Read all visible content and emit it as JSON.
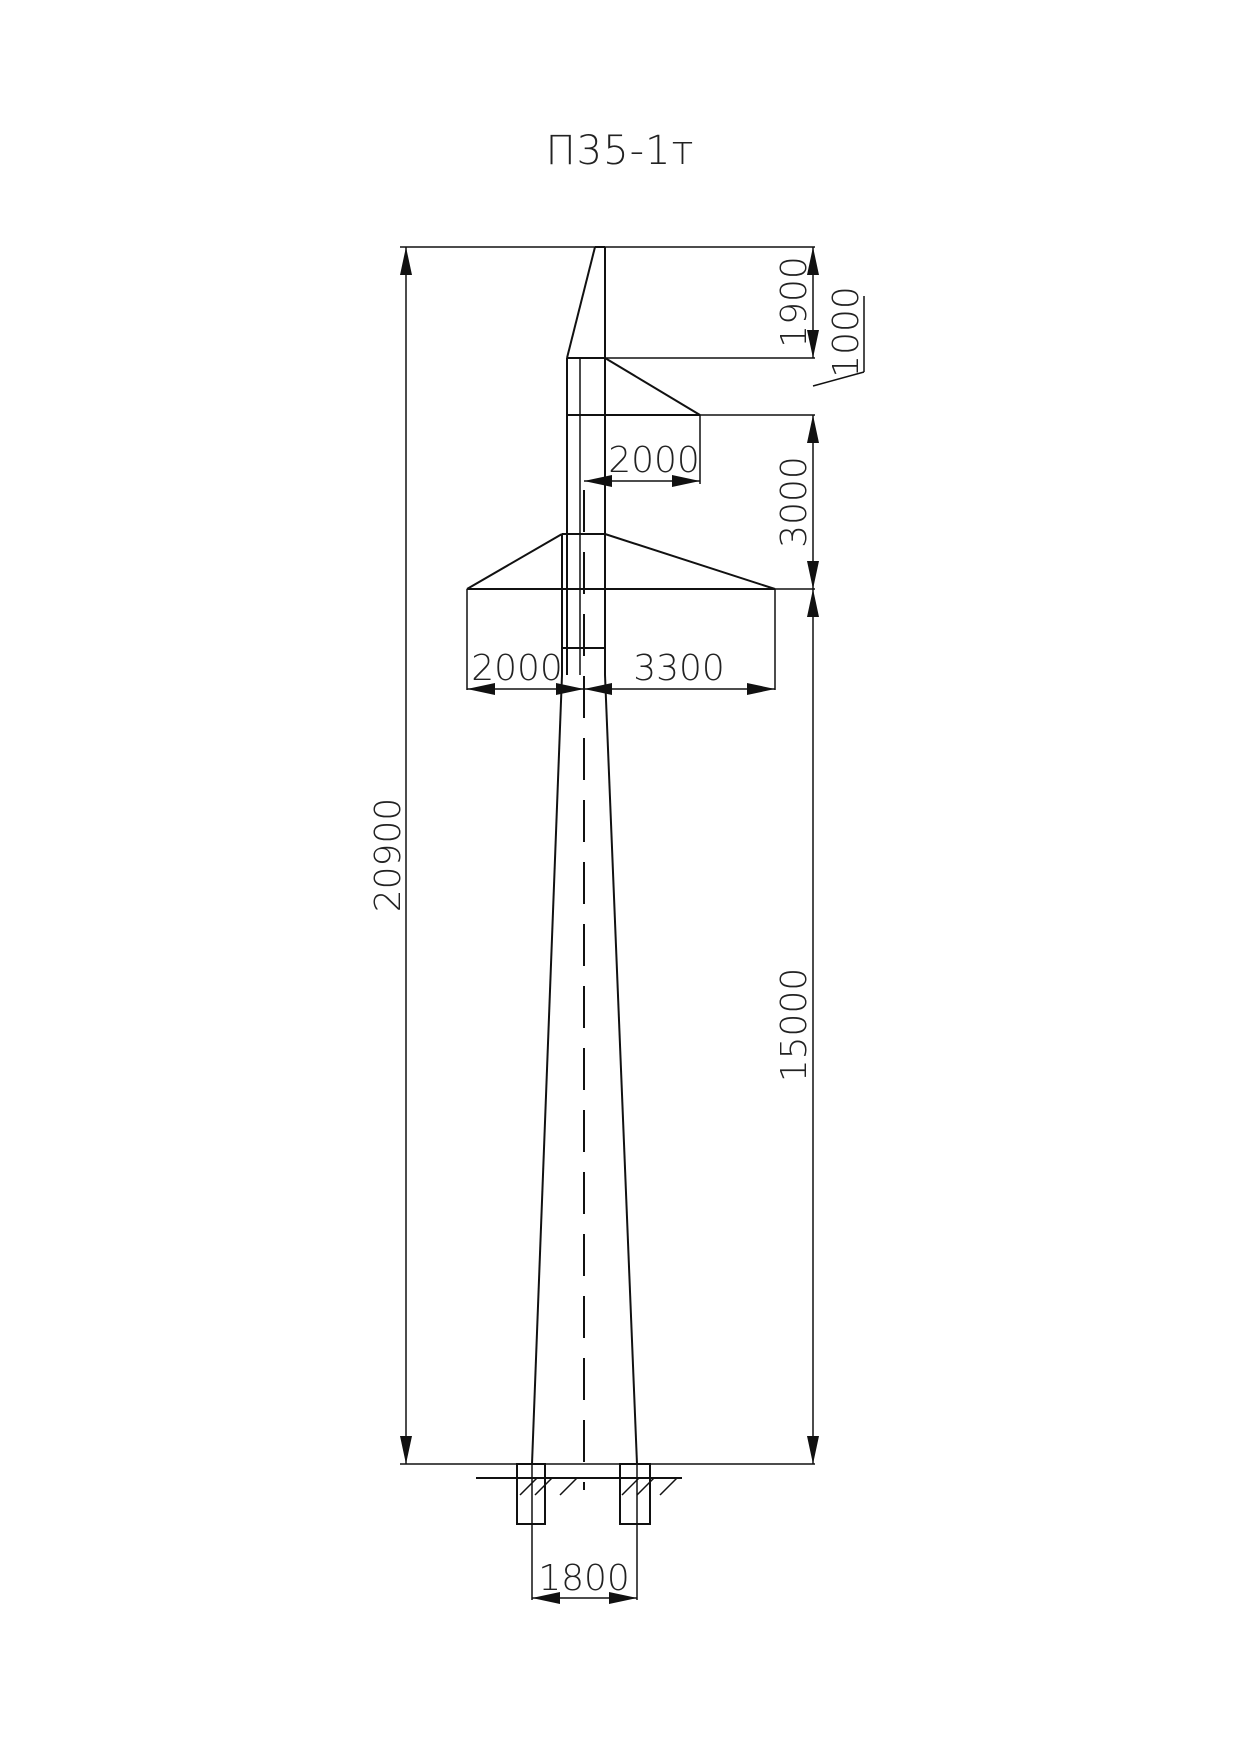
{
  "title": "П35-1т",
  "dimensions": {
    "total_height": "20900",
    "top_segment": "1900",
    "offset": "1000",
    "upper_arm_reach": "2000",
    "arm_spacing": "3000",
    "lower_height": "15000",
    "lower_arm_left": "2000",
    "lower_arm_right": "3300",
    "base_width": "1800"
  }
}
